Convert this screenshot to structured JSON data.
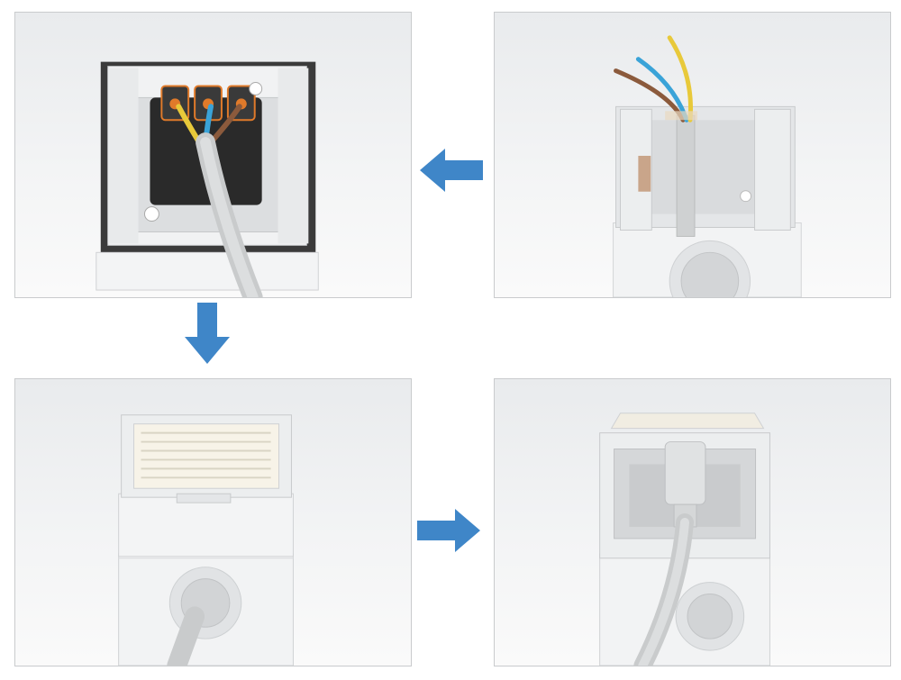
{
  "image": {
    "description_panels": [
      "open-box-with-wires",
      "wired-socket-mechanism",
      "closed-socket-with-cover",
      "socket-with-plug-inserted"
    ]
  },
  "colors": {
    "arrow_blue": "#3f86c8",
    "wire_brown": "#8b5a3c",
    "wire_blue": "#3aa3d8",
    "wire_yellow": "#e8c93a",
    "cable_grey": "#c9cbcc",
    "housing_white": "#f4f5f6",
    "mechanism_black": "#2a2a2a"
  }
}
